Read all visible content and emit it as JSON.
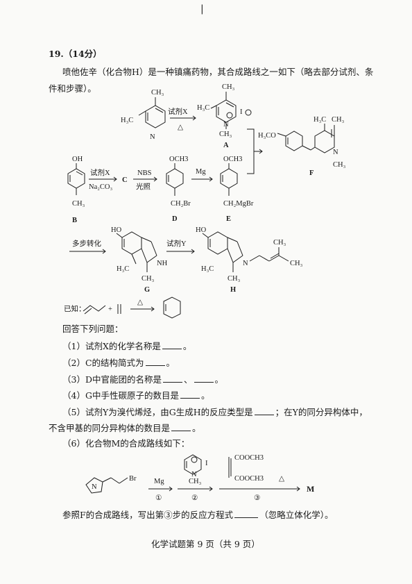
{
  "header_mark": "|",
  "problem": {
    "number": "19.（14分）",
    "intro_1": "喷他佐辛（化合物H）是一种镇痛药物，其合成路线之一如下（略去部分试剂、条",
    "intro_2": "件和步骤）。"
  },
  "scheme": {
    "reagent_x": "试剂X",
    "delta": "△",
    "reagent_x2": "试剂X",
    "na2co3": "Na2CO3",
    "nbs": "NBS",
    "light": "光照",
    "mg": "Mg",
    "multi_step": "多步转化",
    "reagent_y": "试剂Y",
    "labels": {
      "A": "A",
      "B": "B",
      "C": "C",
      "D": "D",
      "E": "E",
      "F": "F",
      "G": "G",
      "H": "H"
    },
    "groups": {
      "h3c": "H3C",
      "ch3": "CH3",
      "iodide": "I",
      "och3": "OCH3",
      "oh": "OH",
      "ch2br": "CH2Br",
      "ch2mgbr": "CH2MgBr",
      "h3co": "H3CO",
      "ho": "HO",
      "nh": "NH",
      "n": "N"
    }
  },
  "known": {
    "label": "已知：",
    "plus": "+",
    "delta": "△"
  },
  "questions": {
    "lead": "回答下列问题：",
    "q1": "（1）试剂X的化学名称是",
    "q1_end": "。",
    "q2": "（2）C的结构简式为",
    "q2_end": "。",
    "q3": "（3）D中官能团的名称是",
    "q3_sep": "、",
    "q3_end": "。",
    "q4": "（4）G中手性碳原子的数目是",
    "q4_end": "。",
    "q5a": "（5）试剂Y为溴代烯烃，由G生成H的反应类型是",
    "q5b": "；在Y的同分异构体中，",
    "q5c": "不含甲基的同分异构体的数目是",
    "q5_end": "。",
    "q6": "（6）化合物M的合成路线如下："
  },
  "route_m": {
    "br": "Br",
    "n": "N",
    "mg": "Mg",
    "step1": "①",
    "step2": "②",
    "step3": "③",
    "iodide": "I",
    "ch3": "CH3",
    "cooch3": "COOCH3",
    "delta": "△",
    "product": "M"
  },
  "footer_q": {
    "text_a": "参照F的合成路线，写出第③步的反应方程式",
    "text_b": "（忽略立体化学）。"
  },
  "footer": "化学试题第 9 页（共 9 页）"
}
